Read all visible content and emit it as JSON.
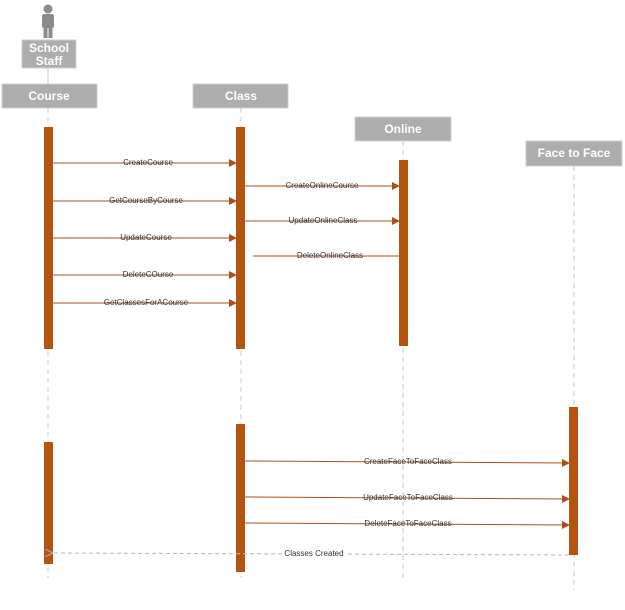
{
  "colors": {
    "header_fill": "#adadad",
    "header_border": "#cfcfcf",
    "activation": "#b5540f",
    "arrow": "#a9501a",
    "lifeline": "#c8c8c8",
    "actor": "#8c8c8c",
    "return_line": "#b7b7b7",
    "text": "#333333"
  },
  "actor": {
    "icon": "stick-figure-icon",
    "label_line1": "School",
    "label_line2": "Staff"
  },
  "participants": {
    "course": "Course",
    "class": "Class",
    "online": "Online",
    "face": "Face to Face"
  },
  "messages": {
    "create_course": "CreateCourse",
    "get_course_by_course": "GetCourseByCourse",
    "update_course": "UpdateCourse",
    "delete_course": "DeleteCOurse",
    "get_classes_for_course": "GetClassesForACourse",
    "create_online_course": "CreateOnlineCourse",
    "update_online_class": "UpdateOnlineClass",
    "delete_online_class": "DeleteOnlineClass",
    "create_f2f_class": "CreateFaceToFaceClass",
    "update_f2f_class": "UpdateFaceToFaceClass",
    "delete_f2f_class": "DeleteFaceToFaceClass",
    "classes_created": "Classes Created"
  }
}
